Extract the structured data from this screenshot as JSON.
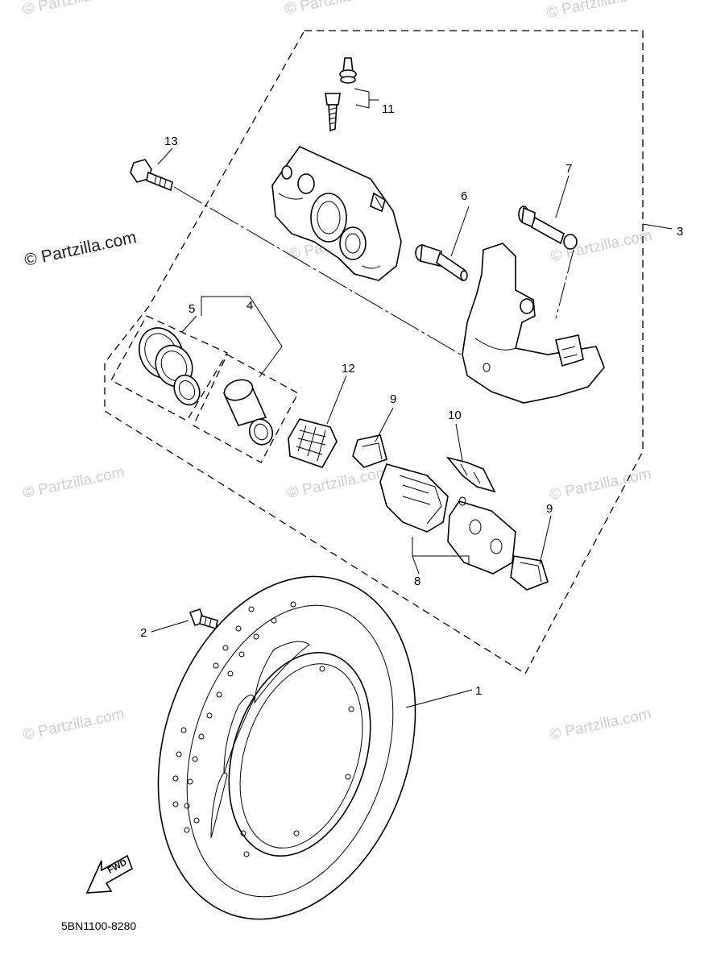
{
  "watermarks": [
    "© Partzilla.com",
    "© Partzilla.com",
    "© Partzilla.com",
    "© Partzilla.com",
    "© Partzilla.com",
    "© Partzilla.com",
    "© Partzilla.com",
    "© Partzilla.com",
    "© Partzilla.com",
    "© Partzilla.com"
  ],
  "watermark_main": "© Partzilla.com",
  "callouts": {
    "c1": "1",
    "c2": "2",
    "c3": "3",
    "c4": "4",
    "c5": "5",
    "c6": "6",
    "c7": "7",
    "c8": "8",
    "c9a": "9",
    "c9b": "9",
    "c10": "10",
    "c11": "11",
    "c12": "12",
    "c13": "13"
  },
  "fwd_label": "FWD",
  "diagram_code": "5BN1100-8280"
}
